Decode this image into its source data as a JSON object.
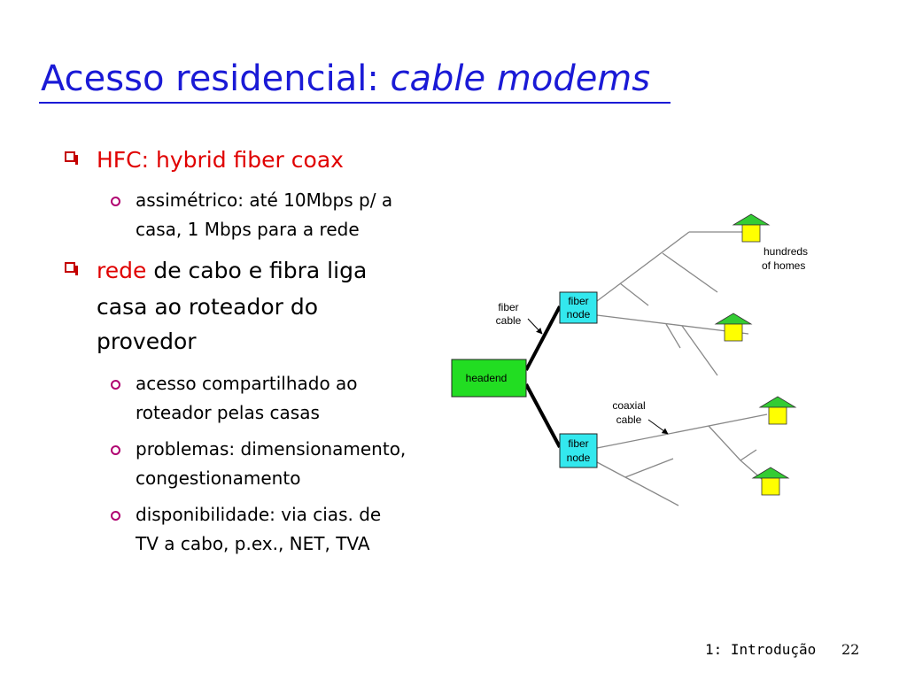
{
  "title": {
    "main": "Acesso residencial: ",
    "italic": "cable modems"
  },
  "bullets": {
    "hfc": {
      "prefix": "HFC: hybrid fiber coax"
    },
    "hfc_sub1_line1": "assimétrico: até 10Mbps p/ a",
    "hfc_sub1_line2": "casa, 1 Mbps para a rede",
    "rede_red": "rede",
    "rede_rest": " de cabo e fibra liga",
    "rede_line2": "casa ao roteador do",
    "rede_line3": "provedor",
    "sub1_line1": "acesso compartilhado ao",
    "sub1_line2": "roteador pelas casas",
    "sub2_line1": "problemas: dimensionamento,",
    "sub2_line2": "congestionamento",
    "sub3_line1": "disponibilidade: via cias. de",
    "sub3_line2": "TV a cabo, p.ex., NET, TVA"
  },
  "diagram": {
    "headend": "headend",
    "fiber_node_top_l1": "fiber",
    "fiber_node_top_l2": "node",
    "fiber_node_bottom_l1": "fiber",
    "fiber_node_bottom_l2": "node",
    "fiber_cable_l1": "fiber",
    "fiber_cable_l2": "cable",
    "coaxial_cable_l1": "coaxial",
    "coaxial_cable_l2": "cable",
    "hundreds_l1": "hundreds",
    "hundreds_l2": "of homes"
  },
  "footer": {
    "label": "1: Introdução",
    "page": "22"
  },
  "colors": {
    "title": "#1a1ad6",
    "red": "#e00000",
    "node": "#33e8ee",
    "headend": "#22dd22",
    "house_roof": "#33cc33",
    "house_body": "#ffff00"
  }
}
